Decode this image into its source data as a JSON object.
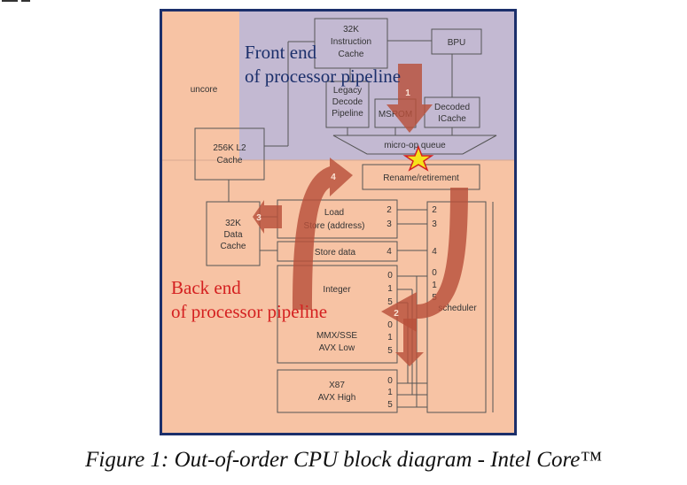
{
  "labels": {
    "icache": [
      "32K",
      "Instruction",
      "Cache"
    ],
    "bpu": "BPU",
    "legacy": [
      "Legacy",
      "Decode",
      "Pipeline"
    ],
    "msrom": "MSROM",
    "decoded": [
      "Decoded",
      "ICache"
    ],
    "uop_queue": "micro-op queue",
    "uncore": "uncore",
    "l2": [
      "256K L2",
      "Cache"
    ],
    "rename": "Rename/retirement",
    "dcache": [
      "32K",
      "Data",
      "Cache"
    ],
    "load_store": [
      "Load",
      "Store (address)"
    ],
    "store_data": "Store data",
    "integer": "Integer",
    "mmx": [
      "MMX/SSE",
      "AVX Low"
    ],
    "x87": [
      "X87",
      "AVX High"
    ],
    "scheduler": "scheduler",
    "ports_load": [
      "2",
      "3"
    ],
    "ports_store": "4",
    "ports_int": [
      "0",
      "1",
      "5"
    ],
    "ports_mmx": [
      "0",
      "1",
      "5"
    ],
    "ports_x87": [
      "0",
      "1",
      "5"
    ],
    "sched_ports": [
      "2",
      "3",
      "4",
      "0",
      "1",
      "5"
    ]
  },
  "overlay": {
    "front_end": [
      "Front end",
      "of processor pipeline"
    ],
    "back_end": [
      "Back end",
      "of processor pipeline"
    ],
    "arrow_numbers": [
      "1",
      "2",
      "3",
      "4"
    ]
  },
  "caption": "Figure 1: Out-of-order CPU block diagram - Intel Core™",
  "colors": {
    "frame": "#1b2f6b",
    "background": "#f7c3a4",
    "front_region": "#c3b9d2",
    "front_text": "#1b2f6b",
    "back_text": "#d42020",
    "arrow": "#b8503a"
  }
}
